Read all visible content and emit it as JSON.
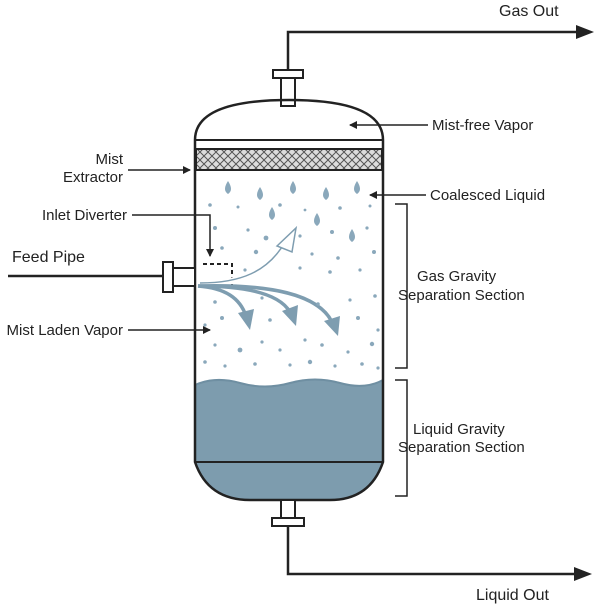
{
  "labels": {
    "gas_out": "Gas Out",
    "mist_free_vapor": "Mist-free Vapor",
    "mist_line1": "Mist",
    "mist_line2": "Extractor",
    "coalesced_liquid": "Coalesced Liquid",
    "inlet_diverter": "Inlet Diverter",
    "feed_pipe": "Feed Pipe",
    "gas_gravity_line1": "Gas Gravity",
    "gas_gravity_line2": "Separation Section",
    "mist_laden_vapor": "Mist Laden Vapor",
    "liquid_gravity_line1": "Liquid Gravity",
    "liquid_gravity_line2": "Separation Section",
    "liquid_out": "Liquid Out"
  },
  "colors": {
    "outline": "#222222",
    "liquid": "#7d9cae",
    "liquid_dark": "#6f8fa2",
    "droplet": "#8aa8bb",
    "flow_arrow": "#7e9db0",
    "mesh_fill": "#dcdcdc",
    "background": "#ffffff"
  }
}
